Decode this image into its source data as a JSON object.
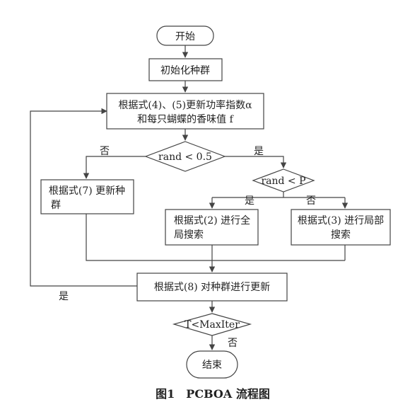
{
  "nodes": {
    "start": "开始",
    "init": "初始化种群",
    "update_power_l1": "根据式(4)、(5)更新功率指数α",
    "update_power_l2": "和每只蝴蝶的香味值 f",
    "dec_rand": "rand < 0.5",
    "dec_p": "rand < P",
    "update_pop_l1": "根据式(7) 更新种",
    "update_pop_l2": "群",
    "global_l1": "根据式(2) 进行全",
    "global_l2": "局搜索",
    "local_l1": "根据式(3) 进行局部",
    "local_l2": "搜索",
    "update_eq8": "根据式(8) 对种群进行更新",
    "dec_iter": "T<MaxIter",
    "end": "结束"
  },
  "edge_labels": {
    "rand_no": "否",
    "rand_yes": "是",
    "p_yes": "是",
    "p_no": "否",
    "iter_yes": "是",
    "iter_no": "否"
  },
  "caption": "图1　PCBOA 流程图"
}
